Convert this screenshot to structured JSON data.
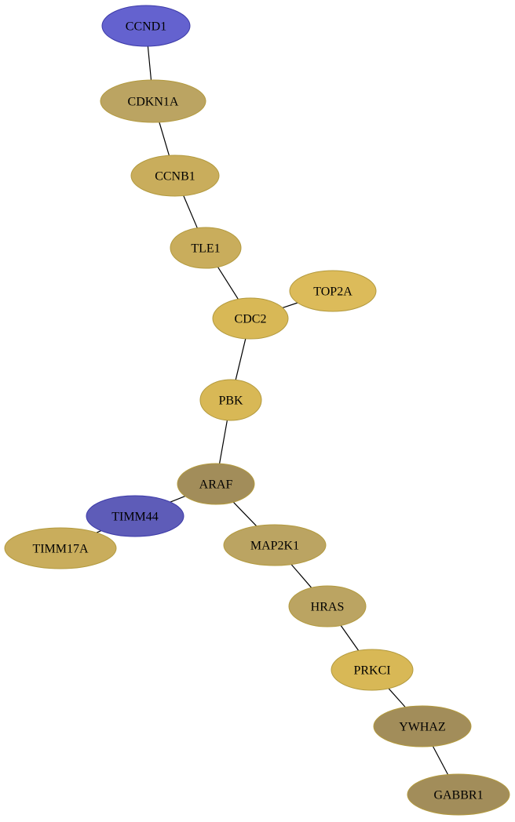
{
  "colors": {
    "blue": "#6462cf",
    "blue_stroke": "#3c3aa8",
    "violet_blue": "#5e5cb8",
    "gold": "#d8b856",
    "gold_light": "#dcbb5a",
    "gold_mid": "#c9ad5c",
    "olive": "#bba462",
    "olive_dark": "#a28d5a",
    "stroke_gold": "#b39a3e"
  },
  "graph": {
    "nodes": [
      {
        "id": "CCND1",
        "label": "CCND1",
        "color": "blue"
      },
      {
        "id": "CDKN1A",
        "label": "CDKN1A",
        "color": "olive"
      },
      {
        "id": "CCNB1",
        "label": "CCNB1",
        "color": "gold_mid"
      },
      {
        "id": "TLE1",
        "label": "TLE1",
        "color": "gold_mid"
      },
      {
        "id": "TOP2A",
        "label": "TOP2A",
        "color": "gold_light"
      },
      {
        "id": "CDC2",
        "label": "CDC2",
        "color": "gold"
      },
      {
        "id": "PBK",
        "label": "PBK",
        "color": "gold"
      },
      {
        "id": "ARAF",
        "label": "ARAF",
        "color": "olive_dark"
      },
      {
        "id": "TIMM44",
        "label": "TIMM44",
        "color": "violet_blue"
      },
      {
        "id": "TIMM17A",
        "label": "TIMM17A",
        "color": "gold_mid"
      },
      {
        "id": "MAP2K1",
        "label": "MAP2K1",
        "color": "olive"
      },
      {
        "id": "HRAS",
        "label": "HRAS",
        "color": "olive"
      },
      {
        "id": "PRKCI",
        "label": "PRKCI",
        "color": "gold"
      },
      {
        "id": "YWHAZ",
        "label": "YWHAZ",
        "color": "olive_dark"
      },
      {
        "id": "GABBR1",
        "label": "GABBR1",
        "color": "olive_dark"
      }
    ],
    "edges": [
      [
        "CCND1",
        "CDKN1A"
      ],
      [
        "CDKN1A",
        "CCNB1"
      ],
      [
        "CCNB1",
        "TLE1"
      ],
      [
        "TLE1",
        "CDC2"
      ],
      [
        "CDC2",
        "TOP2A"
      ],
      [
        "CDC2",
        "PBK"
      ],
      [
        "PBK",
        "ARAF"
      ],
      [
        "ARAF",
        "TIMM44"
      ],
      [
        "TIMM44",
        "TIMM17A"
      ],
      [
        "ARAF",
        "MAP2K1"
      ],
      [
        "MAP2K1",
        "HRAS"
      ],
      [
        "HRAS",
        "PRKCI"
      ],
      [
        "PRKCI",
        "YWHAZ"
      ],
      [
        "YWHAZ",
        "GABBR1"
      ]
    ]
  }
}
